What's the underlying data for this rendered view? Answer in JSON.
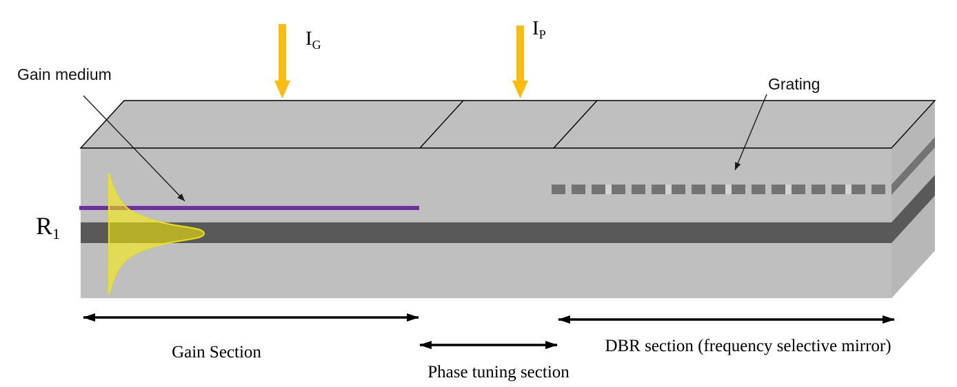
{
  "labels": {
    "gain_medium": "Gain medium",
    "grating": "Grating",
    "left_mirror": {
      "base": "R",
      "sub": "1"
    },
    "gain_current": {
      "base": "I",
      "sub": "G"
    },
    "phase_current": {
      "base": "I",
      "sub": "P"
    }
  },
  "sections": {
    "gain": "Gain Section",
    "phase": "Phase tuning section",
    "dbr": "DBR section (frequency selective mirror)"
  },
  "colors": {
    "block-top": "#BFBFBF",
    "block-front": "#BFBFBF",
    "block-side": "#B7B7B7",
    "stripe": "#595959",
    "dash": "#737373",
    "gap-light": "#D4D4D4",
    "purple": "#7030A0",
    "mode-yellow": "#FFF200",
    "mode-stroke": "#EDE214",
    "orange": "#FBBC10"
  }
}
